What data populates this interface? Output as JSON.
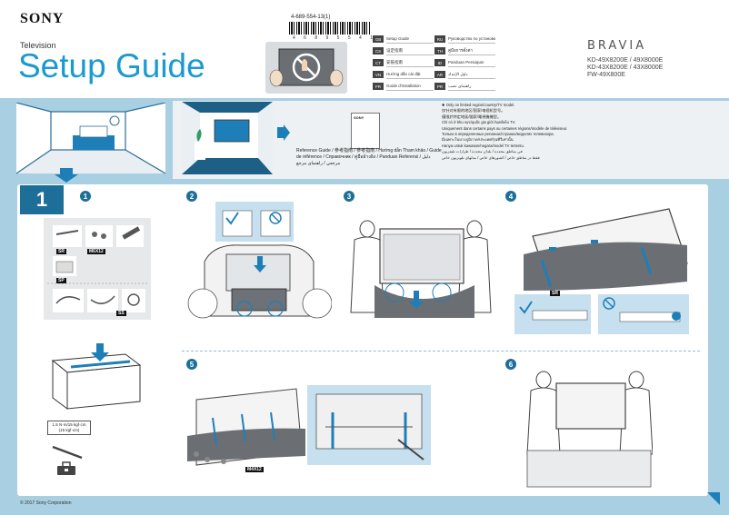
{
  "header": {
    "brand": "SONY",
    "category": "Television",
    "title": "Setup Guide",
    "part_number": "4-689-554-13(1)",
    "barcode_caption": "4 6 8 9 5 5 4 1 3",
    "product_line": "BRAVIA",
    "models": [
      "KD-49X8200E / 49X8000E",
      "KD-43X8200E / 43X8000E",
      "FW-49X800E"
    ]
  },
  "languages": {
    "left": [
      {
        "code": "GB",
        "label": "Setup Guide"
      },
      {
        "code": "CS",
        "label": "设定指南"
      },
      {
        "code": "CT",
        "label": "安裝指南"
      },
      {
        "code": "VN",
        "label": "Hướng dẫn cài đặt"
      },
      {
        "code": "FR",
        "label": "Guide d'installation"
      }
    ],
    "right": [
      {
        "code": "RU",
        "label": "Руководство по установке"
      },
      {
        "code": "TH",
        "label": "คู่มือการตั้งค่า"
      },
      {
        "code": "ID",
        "label": "Panduan Persiapan"
      },
      {
        "code": "AR",
        "label": "دليل الإعداد"
      },
      {
        "code": "PR",
        "label": "راهنمای نصب"
      }
    ]
  },
  "notes": {
    "mark": "✱",
    "lines": [
      "Only on limited region/country/TV model.",
      "仅针对有限的地区/国家/电视机型号。",
      "僅限於特定地區/國家/電視機機型。",
      "Chỉ có ở khu vực/quốc gia giới hạn/kiểu TV.",
      "Uniquement dans certains pays ou certaines régions/modèle de téléviseur.",
      "Только в определенных регионах/странах/моделях телевизора.",
      "มีเฉพาะในบางภูมิภาค/ประเทศ/รุ่นทีวีเท่านั้น",
      "Hanya untuk kawasan/negara/model TV tertentu.",
      "في مناطق محددة / بلدان محددة / طرازات تليفزيون",
      "فقط در مناطق خاص / کشورهای خاص / مدلهای تلویزیون خاص"
    ]
  },
  "reference": {
    "book_label": "SONY",
    "text": "Reference Guide / 参考指南 / 參考指南 / Hướng dẫn Tham khảo / Guide de référence / Справочник / คู่มืออ้างอิง / Panduan Referensi / دليل مرجعي / راهنمای مرجع"
  },
  "steps": {
    "main": "1",
    "sub": [
      "1",
      "2",
      "3",
      "4",
      "5",
      "6"
    ]
  },
  "parts": {
    "tag_a": "SR",
    "tag_b": "M6X12",
    "tag_c": "SP",
    "tag_d": "SS"
  },
  "torque": "1.5 N·m/15 kgf·cm",
  "torque_sub": "(15 kgf·cm)",
  "step4_tag": "SR",
  "step5_tag": "M4X12",
  "copyright": "© 2017 Sony Corporation",
  "colors": {
    "accent": "#1a9ad0",
    "band": "#a9cfe2",
    "step": "#1d6f99"
  }
}
